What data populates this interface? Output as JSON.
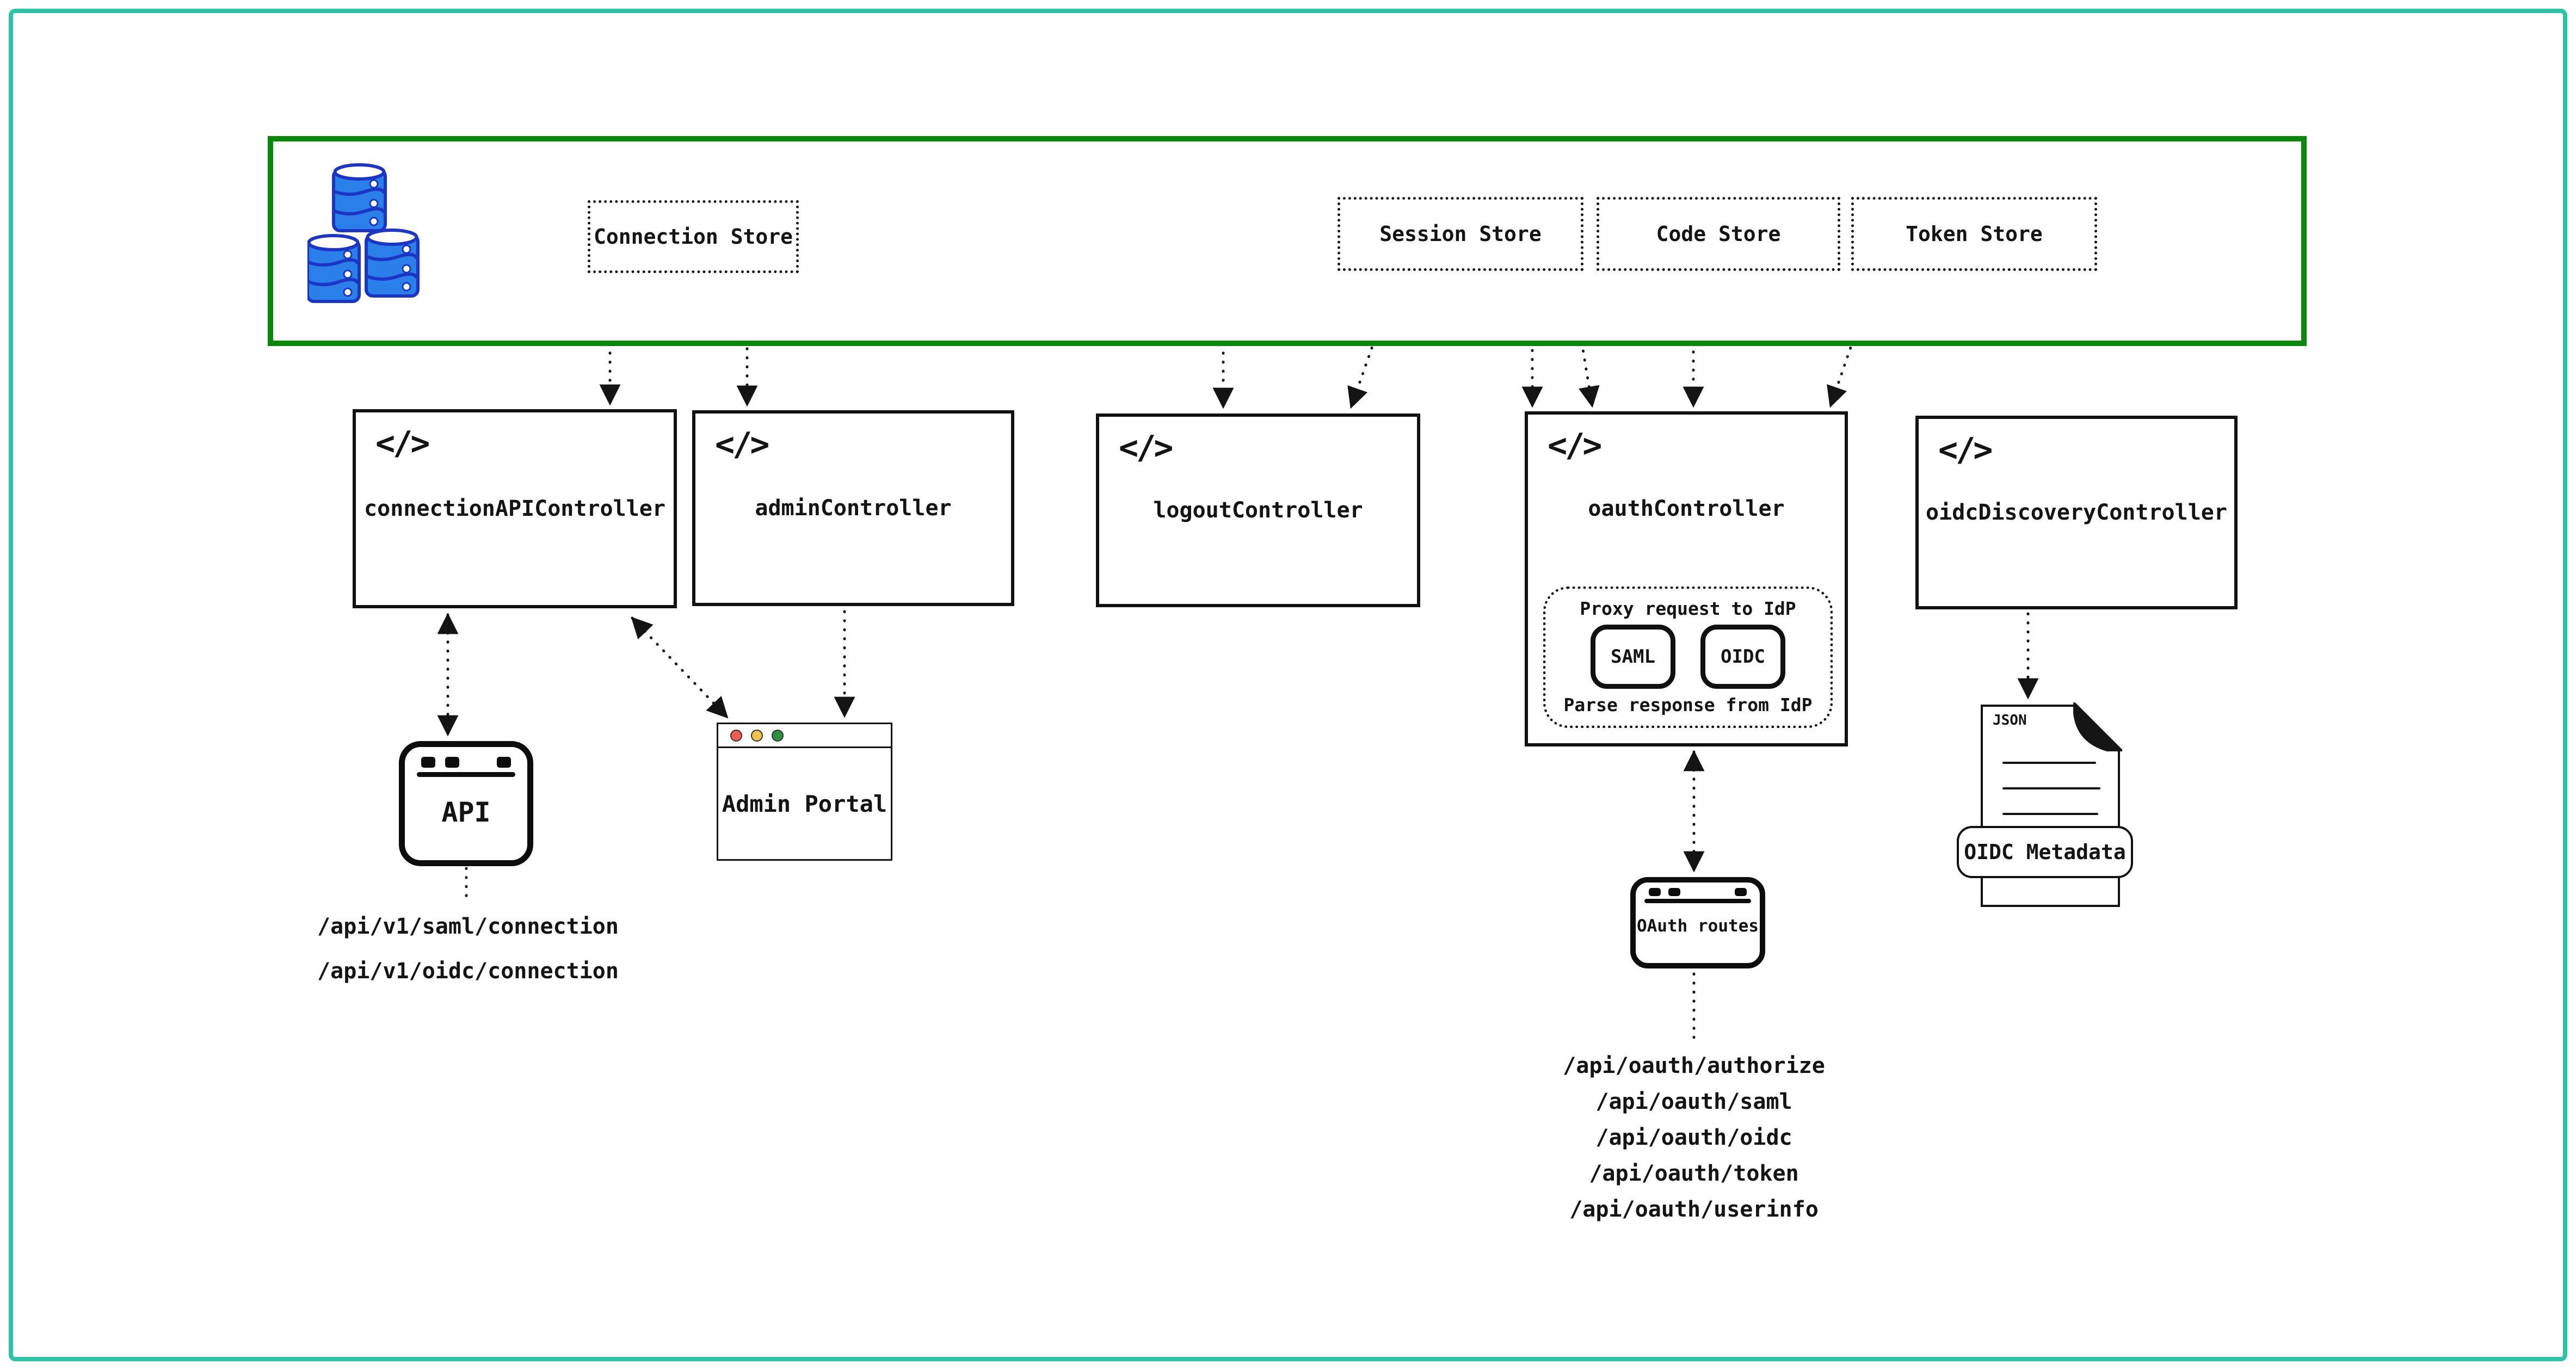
{
  "diagram": {
    "stores": [
      {
        "label": "Connection Store"
      },
      {
        "label": "Session Store"
      },
      {
        "label": "Code Store"
      },
      {
        "label": "Token Store"
      }
    ],
    "code_icon": "</>",
    "controllers": {
      "connection_api": {
        "label": "connectionAPIController"
      },
      "admin": {
        "label": "adminController"
      },
      "logout": {
        "label": "logoutController"
      },
      "oauth": {
        "label": "oauthController",
        "proxy": {
          "title": "Proxy request to IdP",
          "saml": "SAML",
          "oidc": "OIDC",
          "footer": "Parse response from IdP"
        }
      },
      "oidc_discovery": {
        "label": "oidcDiscoveryController"
      }
    },
    "clients": {
      "api_window": {
        "label": "API"
      },
      "admin_portal": {
        "label": "Admin Portal"
      },
      "oauth_routes": {
        "label": "OAuth routes"
      },
      "oidc_metadata": {
        "file_tag": "JSON",
        "label": "OIDC Metadata"
      }
    },
    "endpoints": {
      "connection_api": [
        "/api/v1/saml/connection",
        "/api/v1/oidc/connection"
      ],
      "oauth": [
        "/api/oauth/authorize",
        "/api/oauth/saml",
        "/api/oauth/oidc",
        "/api/oauth/token",
        "/api/oauth/userinfo"
      ]
    },
    "colors": {
      "outer_border": "#2cc3a7",
      "zone_border": "#0b870b",
      "database_fill": "#2b7fe8",
      "database_stroke": "#1d35c4",
      "traffic_red": "#ee5d50",
      "traffic_yellow": "#f2c14c",
      "traffic_green": "#27943b"
    }
  }
}
